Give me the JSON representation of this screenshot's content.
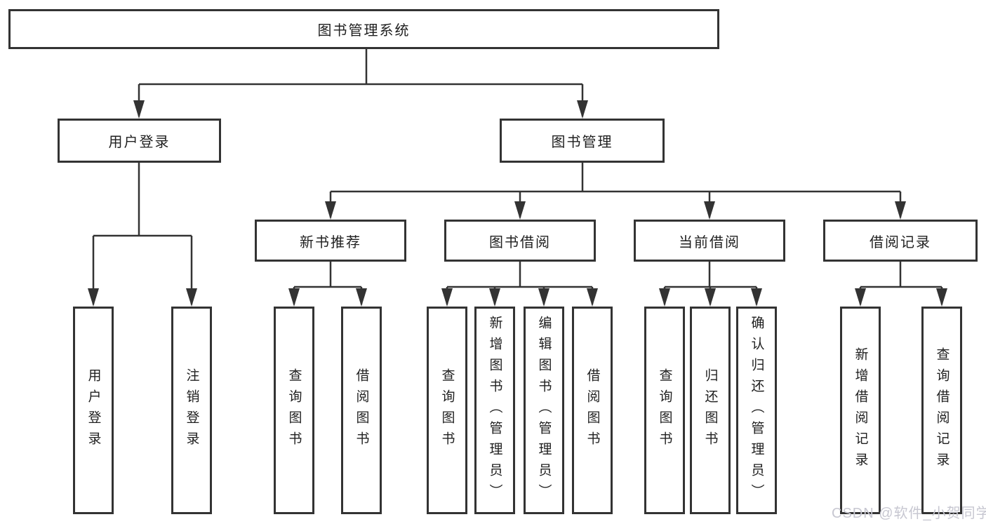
{
  "diagram": {
    "title": "图书管理系统",
    "root": {
      "label": "图书管理系统"
    },
    "level2": [
      {
        "id": "user-login",
        "label": "用户登录"
      },
      {
        "id": "book-management",
        "label": "图书管理"
      }
    ],
    "level3": [
      {
        "id": "new-book-recommend",
        "label": "新书推荐",
        "parent": "图书管理"
      },
      {
        "id": "book-borrow",
        "label": "图书借阅",
        "parent": "图书管理"
      },
      {
        "id": "current-borrow",
        "label": "当前借阅",
        "parent": "图书管理"
      },
      {
        "id": "borrow-record",
        "label": "借阅记录",
        "parent": "图书管理"
      }
    ],
    "leaves": {
      "user_login": [
        {
          "label": "用户登录"
        },
        {
          "label": "注销登录"
        }
      ],
      "new_book": [
        {
          "label": "查询图书"
        },
        {
          "label": "借阅图书"
        }
      ],
      "book_borrow": [
        {
          "label": "查询图书"
        },
        {
          "label": "新增图书（管理员）"
        },
        {
          "label": "编辑图书（管理员）"
        },
        {
          "label": "借阅图书"
        }
      ],
      "current_borrow": [
        {
          "label": "查询图书"
        },
        {
          "label": "归还图书"
        },
        {
          "label": "确认归还（管理员）"
        }
      ],
      "borrow_record": [
        {
          "label": "新增借阅记录"
        },
        {
          "label": "查询借阅记录"
        }
      ]
    }
  },
  "watermark": {
    "text": "CSDN @软件_小贺同学"
  },
  "colors": {
    "line": "#333333",
    "box_border": "#333333",
    "text": "#1f1f1f",
    "background": "#ffffff",
    "watermark": "#c7c7d1"
  }
}
